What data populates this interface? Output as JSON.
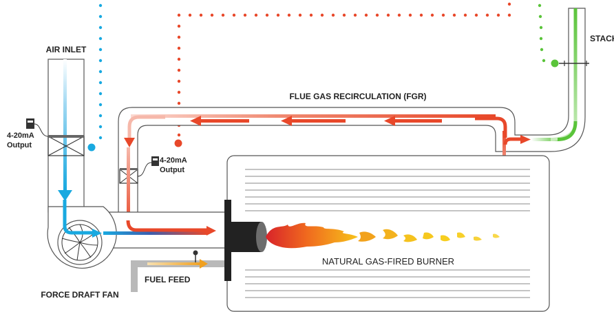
{
  "labels": {
    "air_inlet": "AIR INLET",
    "stack": "STACK",
    "fgr": "FLUE GAS RECIRCULATION (FGR)",
    "output_1_line1": "4-20mA",
    "output_1_line2": "Output",
    "output_2_line1": "4-20mA",
    "output_2_line2": "Output",
    "burner": "NATURAL GAS-FIRED BURNER",
    "fuel_feed": "FUEL FEED",
    "fan": "FORCE DRAFT FAN"
  },
  "colors": {
    "air": "#19a9e0",
    "flue": "#e8482a",
    "stack_signal": "#5ac43a",
    "fuel": "#f0a020",
    "duct_outline": "#555555",
    "burner_dark": "#222222"
  }
}
